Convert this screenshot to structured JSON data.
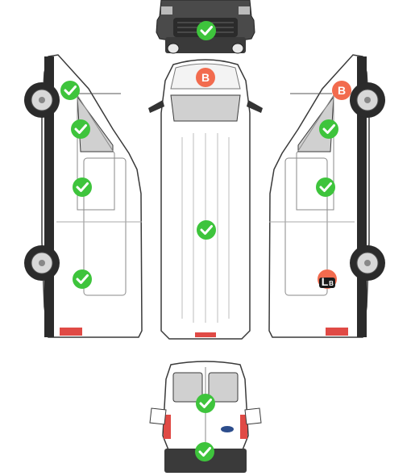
{
  "colors": {
    "check_green": "#3ec43c",
    "check_mark": "#ffffff",
    "damage_orange": "#f26b4e",
    "lb_dark": "#1a1a1a",
    "van_body": "#ffffff",
    "van_outline": "#3a3a3a",
    "glass": "#d0d0d0",
    "bumper": "#2b2b2b",
    "tail_light": "#e04a45"
  },
  "views": [
    {
      "id": "front",
      "label": "front-view"
    },
    {
      "id": "left",
      "label": "left-side-view"
    },
    {
      "id": "top",
      "label": "top-view"
    },
    {
      "id": "right",
      "label": "right-side-view"
    },
    {
      "id": "rear",
      "label": "rear-view"
    }
  ],
  "markers": [
    {
      "id": "front-center",
      "view": "front",
      "status": "ok",
      "icon": "check-icon"
    },
    {
      "id": "left-front-wheel",
      "view": "left",
      "status": "ok",
      "icon": "check-icon"
    },
    {
      "id": "left-front-door",
      "view": "left",
      "status": "ok",
      "icon": "check-icon"
    },
    {
      "id": "left-side-door",
      "view": "left",
      "status": "ok",
      "icon": "check-icon"
    },
    {
      "id": "left-rear-panel",
      "view": "left",
      "status": "ok",
      "icon": "check-icon"
    },
    {
      "id": "top-hood",
      "view": "top",
      "status": "damage",
      "icon": "badge-b-icon",
      "label": "B"
    },
    {
      "id": "top-roof",
      "view": "top",
      "status": "ok",
      "icon": "check-icon"
    },
    {
      "id": "right-front-wheel",
      "view": "right",
      "status": "damage",
      "icon": "badge-b-icon",
      "label": "B"
    },
    {
      "id": "right-front-door",
      "view": "right",
      "status": "ok",
      "icon": "check-icon"
    },
    {
      "id": "right-side-panel",
      "view": "right",
      "status": "ok",
      "icon": "check-icon"
    },
    {
      "id": "right-rear-panel",
      "view": "right",
      "status": "damage",
      "icon": "badge-lb-icon",
      "label": "L",
      "sublabel": "B"
    },
    {
      "id": "rear-doors",
      "view": "rear",
      "status": "ok",
      "icon": "check-icon"
    },
    {
      "id": "rear-bumper",
      "view": "rear",
      "status": "ok",
      "icon": "check-icon"
    }
  ]
}
